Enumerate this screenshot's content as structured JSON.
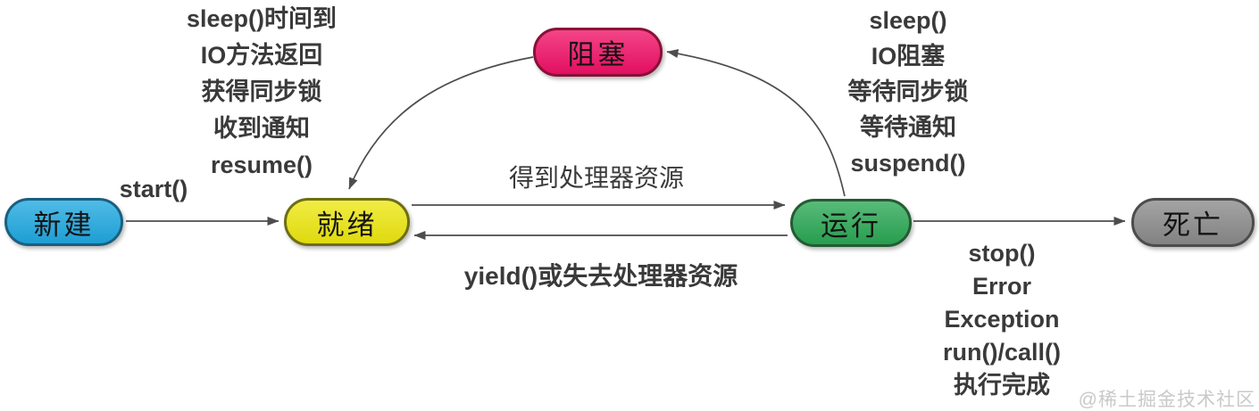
{
  "nodes": {
    "new": {
      "label": "新建",
      "fill": "#1FA8E0",
      "border": "#1a5f80"
    },
    "ready": {
      "label": "就绪",
      "fill": "#EDE70F",
      "border": "#6e6e14"
    },
    "running": {
      "label": "运行",
      "fill": "#2AA754",
      "border": "#235c33"
    },
    "blocked": {
      "label": "阻塞",
      "fill": "#F01066",
      "border": "#891038"
    },
    "dead": {
      "label": "死亡",
      "fill": "#8A8A8A",
      "border": "#4c4c4c"
    }
  },
  "edges": {
    "start_label": "start()",
    "acquire_cpu_label": "得到处理器资源",
    "yield_label": "yield()或失去处理器资源",
    "arrow_color": "#4d4d4d"
  },
  "blocked_to_ready_reasons": {
    "0": "sleep()时间到",
    "1": "IO方法返回",
    "2": "获得同步锁",
    "3": "收到通知",
    "4": "resume()"
  },
  "running_to_blocked_reasons": {
    "0": "sleep()",
    "1": "IO阻塞",
    "2": "等待同步锁",
    "3": "等待通知",
    "4": "suspend()"
  },
  "running_to_dead_reasons": {
    "0": "stop()",
    "1": "Error",
    "2": "Exception",
    "3": "run()/call()",
    "4": "执行完成"
  },
  "watermark": "@稀土掘金技术社区"
}
